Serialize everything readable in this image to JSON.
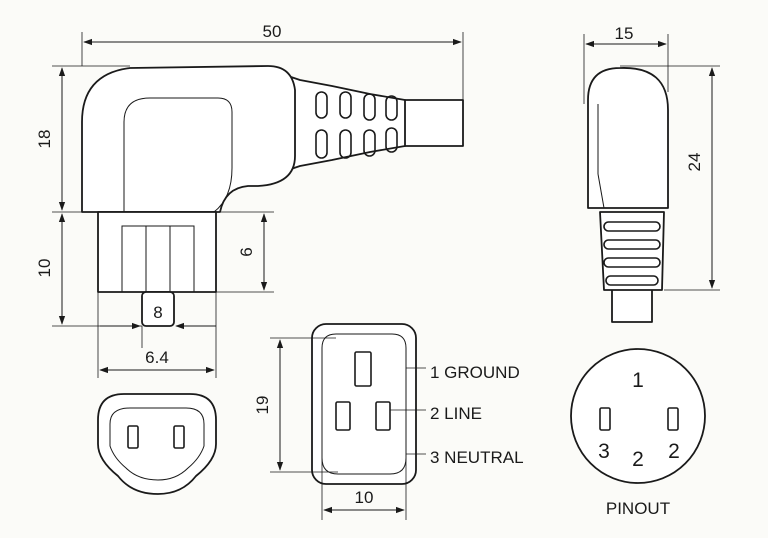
{
  "dimensions": {
    "overall_length": "50",
    "head_height": "18",
    "socket_height": "10",
    "socket_inner": "6",
    "pin_label": "8",
    "socket_width": "6.4",
    "side_width": "15",
    "side_height": "24",
    "face_height": "19",
    "face_width": "10"
  },
  "legend": {
    "ground": "1 GROUND",
    "line": "2 LINE",
    "neutral": "3 NEUTRAL"
  },
  "pinout": {
    "pin1": "1",
    "pin2": "2",
    "pin3_left": "3",
    "pin2_right": "2",
    "title": "PINOUT"
  }
}
